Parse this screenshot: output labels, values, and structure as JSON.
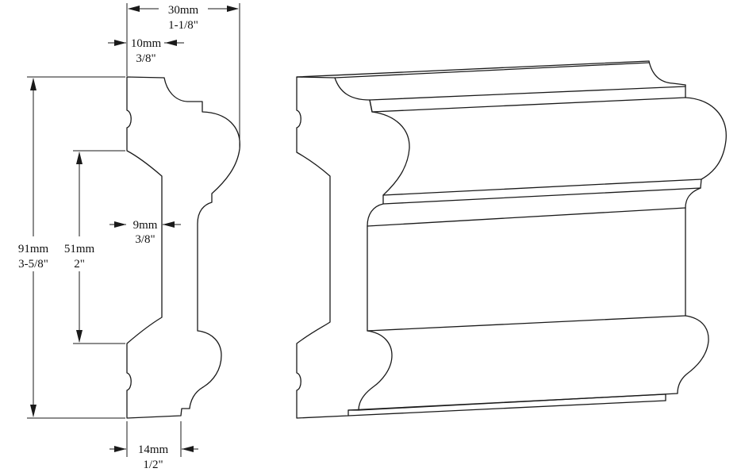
{
  "dimensions": {
    "overall_width": {
      "metric": "30mm",
      "imperial": "1-1/8\""
    },
    "top_offset": {
      "metric": "10mm",
      "imperial": "3/8\""
    },
    "overall_height": {
      "metric": "91mm",
      "imperial": "3-5/8\""
    },
    "center_height": {
      "metric": "51mm",
      "imperial": "2\""
    },
    "center_depth": {
      "metric": "9mm",
      "imperial": "3/8\""
    },
    "bottom_depth": {
      "metric": "14mm",
      "imperial": "1/2\""
    }
  },
  "colors": {
    "ink": "#1a1a1a",
    "background": "#ffffff"
  }
}
